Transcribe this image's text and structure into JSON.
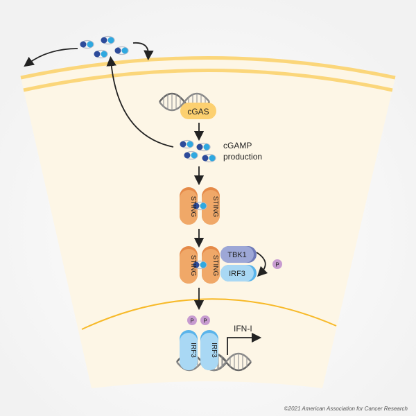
{
  "labels": {
    "cgas": "cGAS",
    "cgamp_line1": "cGAMP",
    "cgamp_line2": "production",
    "sting": "STING",
    "tbk1": "TBK1",
    "irf3": "IRF3",
    "phosphate": "P",
    "ifn": "IFN-I"
  },
  "copyright": "©2021 American Association for Cancer Research",
  "colors": {
    "cytoplasm": "#fdf6e6",
    "membrane": "#fbd67a",
    "nuclear_envelope": "#f7b928",
    "cgas": "#fcd070",
    "sting": "#f0a868",
    "tbk1": "#9da7d6",
    "irf3": "#a9d8f4",
    "phosphate": "#c79bd0",
    "cgamp_dark": "#2d4b9a",
    "cgamp_light": "#2fa8e0"
  }
}
